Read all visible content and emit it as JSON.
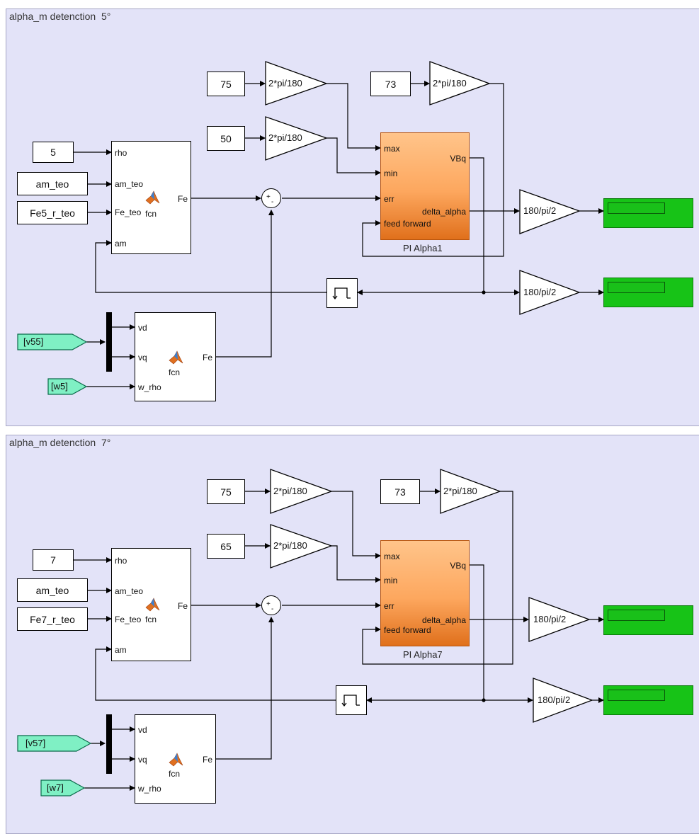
{
  "subsystems": [
    {
      "title": "alpha_m detenction  5°",
      "rho_value": "5",
      "am_teo_label": "am_teo",
      "fe_ref_label": "Fe5_r_teo",
      "max_const": "75",
      "min_const": "50",
      "ff_const": "73",
      "gain_deg2rad": "2*pi/180",
      "gain_rad2deg": "180/pi/2",
      "pi_block_name": "PI Alpha1",
      "goto_v": "[v55]",
      "goto_w": "[w5]"
    },
    {
      "title": "alpha_m detenction  7°",
      "rho_value": "7",
      "am_teo_label": "am_teo",
      "fe_ref_label": "Fe7_r_teo",
      "max_const": "75",
      "min_const": "65",
      "ff_const": "73",
      "gain_deg2rad": "2*pi/180",
      "gain_rad2deg": "180/pi/2",
      "pi_block_name": "PI Alpha7",
      "goto_v": "[v57]",
      "goto_w": "[w7]"
    }
  ],
  "ports": {
    "fcn1_in": [
      "rho",
      "am_teo",
      "Fe_teo",
      "am"
    ],
    "fcn1_out": "Fe",
    "fcn2_in": [
      "vd",
      "vq",
      "w_rho"
    ],
    "fcn2_out": "Fe",
    "fcn_name": "fcn",
    "pi_in": [
      "max",
      "min",
      "err",
      "feed forward"
    ],
    "pi_out": [
      "VBq",
      "delta_alpha"
    ],
    "sum_signs": [
      "+",
      "-"
    ]
  },
  "colors": {
    "panel_bg": "#e3e3f8",
    "pi_block": "#fda75e",
    "display": "#17c317",
    "goto": "#7ff0c4"
  },
  "icons": [
    "matlab-function-icon",
    "unit-delay-icon"
  ]
}
